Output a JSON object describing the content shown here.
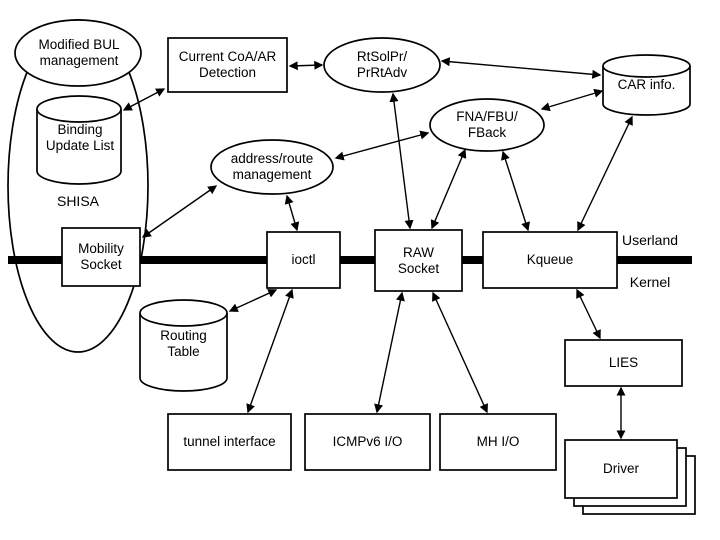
{
  "diagram": {
    "layers": {
      "userland": "Userland",
      "kernel": "Kernel"
    },
    "nodes": {
      "modified_bul": {
        "line1": "Modified BUL",
        "line2": "management"
      },
      "binding_update_list": {
        "line1": "Binding",
        "line2": "Update List"
      },
      "shisa": {
        "label": "SHISA"
      },
      "mobility_socket": {
        "line1": "Mobility",
        "line2": "Socket"
      },
      "current_coa_ar": {
        "line1": "Current CoA/AR",
        "line2": "Detection"
      },
      "rtsolpr_prrtadv": {
        "line1": "RtSolPr/",
        "line2": "PrRtAdv"
      },
      "car_info": {
        "label": "CAR info."
      },
      "fna_fbu_fback": {
        "line1": "FNA/FBU/",
        "line2": "FBack"
      },
      "address_route": {
        "line1": "address/route",
        "line2": "management"
      },
      "ioctl": {
        "label": "ioctl"
      },
      "raw_socket": {
        "line1": "RAW",
        "line2": "Socket"
      },
      "kqueue": {
        "label": "Kqueue"
      },
      "routing_table": {
        "line1": "Routing",
        "line2": "Table"
      },
      "lies": {
        "label": "LIES"
      },
      "tunnel_interface": {
        "label": "tunnel interface"
      },
      "icmpv6_io": {
        "label": "ICMPv6 I/O"
      },
      "mh_io": {
        "label": "MH I/O"
      },
      "driver": {
        "label": "Driver"
      }
    },
    "edges": [
      [
        "binding_update_list",
        "current_coa_ar"
      ],
      [
        "current_coa_ar",
        "rtsolpr_prrtadv"
      ],
      [
        "rtsolpr_prrtadv",
        "car_info"
      ],
      [
        "fna_fbu_fback",
        "car_info"
      ],
      [
        "fna_fbu_fback",
        "address_route"
      ],
      [
        "rtsolpr_prrtadv",
        "raw_socket"
      ],
      [
        "fna_fbu_fback",
        "raw_socket"
      ],
      [
        "fna_fbu_fback",
        "kqueue"
      ],
      [
        "car_info",
        "kqueue"
      ],
      [
        "address_route",
        "ioctl"
      ],
      [
        "mobility_socket",
        "address_route"
      ],
      [
        "ioctl",
        "routing_table"
      ],
      [
        "ioctl",
        "tunnel_interface"
      ],
      [
        "raw_socket",
        "icmpv6_io"
      ],
      [
        "raw_socket",
        "mh_io"
      ],
      [
        "kqueue",
        "lies"
      ],
      [
        "lies",
        "driver"
      ]
    ],
    "colors": {
      "stroke": "#000000",
      "node_fill": "#ffffff",
      "background": "#ffffff"
    }
  }
}
